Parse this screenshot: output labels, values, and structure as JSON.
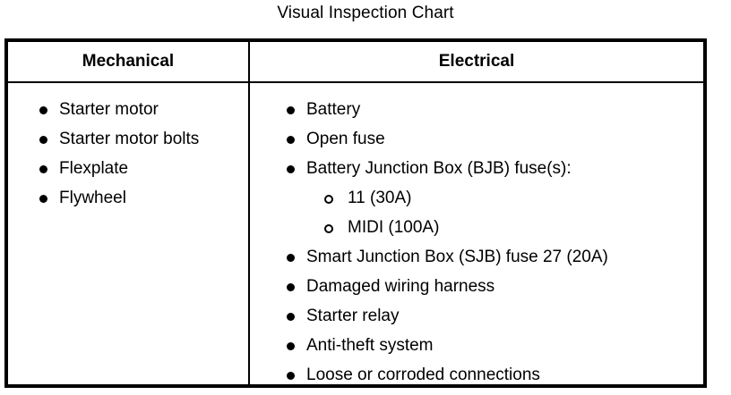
{
  "title": "Visual Inspection Chart",
  "colors": {
    "border": "#000000",
    "text": "#000000",
    "background": "#ffffff"
  },
  "table": {
    "columns": [
      {
        "key": "mechanical",
        "header": "Mechanical"
      },
      {
        "key": "electrical",
        "header": "Electrical"
      }
    ],
    "mechanical": {
      "items": [
        {
          "level": 1,
          "bullet": "filled-disc-bullet",
          "label": "Starter motor"
        },
        {
          "level": 1,
          "bullet": "filled-disc-bullet",
          "label": "Starter motor bolts"
        },
        {
          "level": 1,
          "bullet": "filled-disc-bullet",
          "label": "Flexplate"
        },
        {
          "level": 1,
          "bullet": "filled-disc-bullet",
          "label": "Flywheel"
        }
      ]
    },
    "electrical": {
      "items": [
        {
          "level": 1,
          "bullet": "filled-disc-bullet",
          "label": "Battery"
        },
        {
          "level": 1,
          "bullet": "filled-disc-bullet",
          "label": "Open fuse"
        },
        {
          "level": 1,
          "bullet": "filled-disc-bullet",
          "label": "Battery Junction Box (BJB) fuse(s):"
        },
        {
          "level": 2,
          "bullet": "hollow-circle-bullet",
          "label": "11 (30A)"
        },
        {
          "level": 2,
          "bullet": "hollow-circle-bullet",
          "label": "MIDI (100A)"
        },
        {
          "level": 1,
          "bullet": "filled-disc-bullet",
          "label": "Smart Junction Box (SJB) fuse 27 (20A)"
        },
        {
          "level": 1,
          "bullet": "filled-disc-bullet",
          "label": "Damaged wiring harness"
        },
        {
          "level": 1,
          "bullet": "filled-disc-bullet",
          "label": "Starter relay"
        },
        {
          "level": 1,
          "bullet": "filled-disc-bullet",
          "label": "Anti-theft system"
        },
        {
          "level": 1,
          "bullet": "filled-disc-bullet",
          "label": "Loose or corroded connections"
        }
      ]
    }
  }
}
